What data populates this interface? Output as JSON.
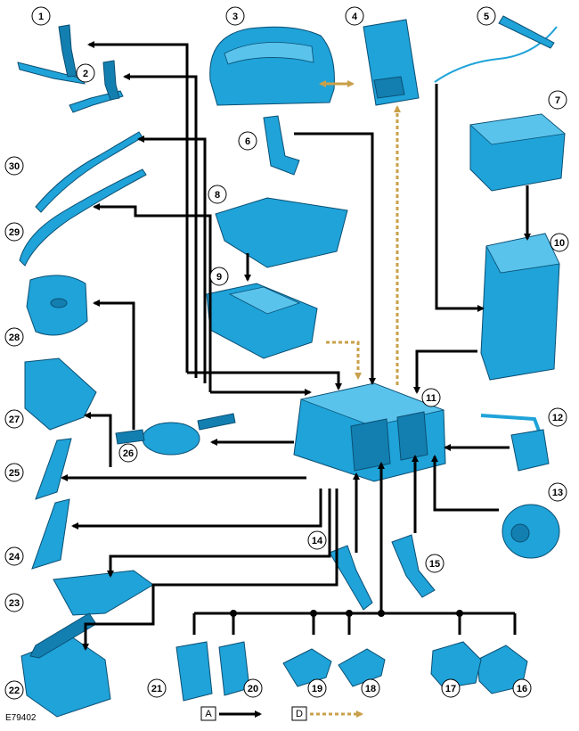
{
  "figure_id": "E79402",
  "callouts": [
    "1",
    "2",
    "3",
    "4",
    "5",
    "6",
    "7",
    "8",
    "9",
    "10",
    "11",
    "12",
    "13",
    "14",
    "15",
    "16",
    "17",
    "18",
    "19",
    "20",
    "21",
    "22",
    "23",
    "24",
    "25",
    "26",
    "27",
    "28",
    "29",
    "30"
  ],
  "legend": {
    "a_label": "A",
    "d_label": "D"
  },
  "colors": {
    "component": "#1fa3d9",
    "connection_a": "#000000",
    "connection_d": "#c9a04a"
  }
}
